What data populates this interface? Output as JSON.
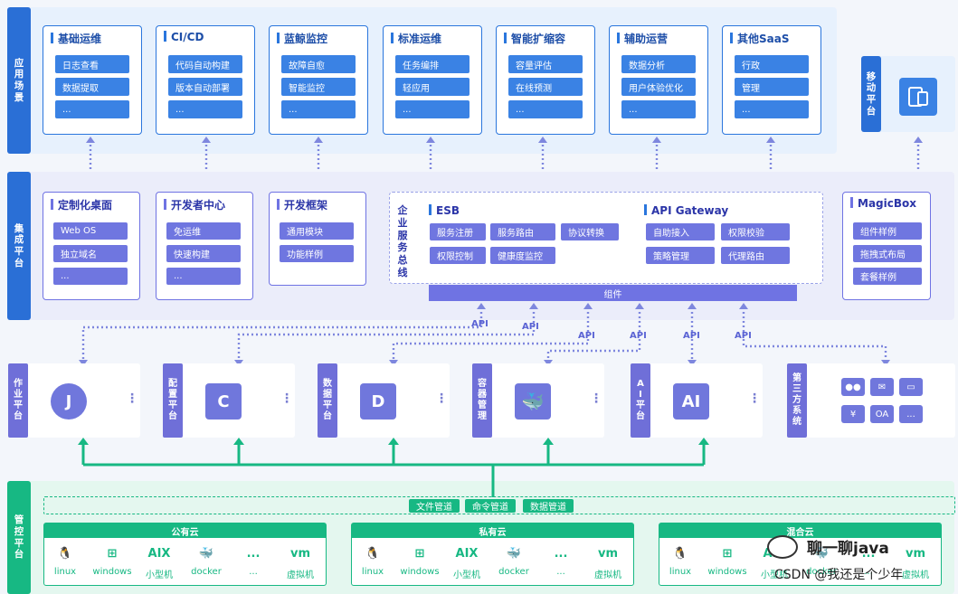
{
  "bands": {
    "app": "应用场景",
    "mobile": "移动平台",
    "integration": "集成平台",
    "ops": "管控平台"
  },
  "app_cards": [
    {
      "title": "基础运维",
      "items": [
        "日志查看",
        "数据提取",
        "..."
      ]
    },
    {
      "title": "CI/CD",
      "items": [
        "代码自动构建",
        "版本自动部署",
        "..."
      ]
    },
    {
      "title": "蓝鲸监控",
      "items": [
        "故障自愈",
        "智能监控",
        "..."
      ]
    },
    {
      "title": "标准运维",
      "items": [
        "任务编排",
        "轻应用",
        "..."
      ]
    },
    {
      "title": "智能扩缩容",
      "items": [
        "容量评估",
        "在线预测",
        "..."
      ]
    },
    {
      "title": "辅助运营",
      "items": [
        "数据分析",
        "用户体验优化",
        "..."
      ]
    },
    {
      "title": "其他SaaS",
      "items": [
        "行政",
        "管理",
        "..."
      ]
    }
  ],
  "integ_cards": [
    {
      "title": "定制化桌面",
      "items": [
        "Web OS",
        "独立域名",
        "..."
      ]
    },
    {
      "title": "开发者中心",
      "items": [
        "免运维",
        "快速构建",
        "..."
      ]
    },
    {
      "title": "开发框架",
      "items": [
        "通用模块",
        "功能样例"
      ]
    }
  ],
  "esb": {
    "side": "企业服务总线",
    "title": "ESB",
    "items": [
      "服务注册",
      "服务路由",
      "协议转换",
      "权限控制",
      "健康度监控"
    ],
    "api_title": "API Gateway",
    "api_items": [
      "自助接入",
      "权限校验",
      "策略管理",
      "代理路由"
    ],
    "component_bar": "组件"
  },
  "magicbox": {
    "title": "MagicBox",
    "items": [
      "组件样例",
      "拖拽式布局",
      "套餐样例"
    ]
  },
  "api_label": "API",
  "platforms": [
    {
      "label": "作业平台",
      "icon": "J",
      "more": "⋮"
    },
    {
      "label": "配置平台",
      "icon": "C",
      "more": "⋮"
    },
    {
      "label": "数据平台",
      "icon": "D",
      "more": "⋮"
    },
    {
      "label": "容器管理",
      "icon": "docker",
      "more": "⋮"
    },
    {
      "label": "AI平台",
      "icon": "AI",
      "more": "⋮"
    }
  ],
  "third_party": {
    "label": "第三方系统",
    "icons": [
      "wechat",
      "mail",
      "msg",
      "¥",
      "OA",
      "..."
    ]
  },
  "pipes": [
    "文件管道",
    "命令管道",
    "数据管道"
  ],
  "clouds": [
    {
      "name": "公有云",
      "items": [
        "linux",
        "windows",
        "小型机",
        "docker",
        "...",
        "虚拟机"
      ]
    },
    {
      "name": "私有云",
      "items": [
        "linux",
        "windows",
        "小型机",
        "docker",
        "...",
        "虚拟机"
      ]
    },
    {
      "name": "混合云",
      "items": [
        "linux",
        "windows",
        "小型机",
        "docker",
        "...",
        "虚拟机"
      ]
    }
  ],
  "os_icons": [
    "🐧",
    "⊞",
    "AIX",
    "🐳",
    "...",
    "vm"
  ],
  "watermark": {
    "line1": "聊一聊java",
    "line2": "CSDN @我还是个少年"
  },
  "colors": {
    "blue": "#2a76dd",
    "purple": "#6f73e3",
    "green": "#17b883"
  }
}
